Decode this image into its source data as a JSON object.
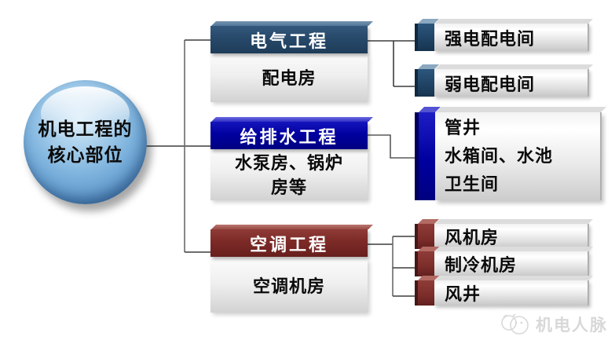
{
  "root_node": {
    "line1": "机电工程的",
    "line2": "核心部位"
  },
  "branches": [
    {
      "title": "电气工程",
      "subtitle": "配电房",
      "bars": [
        "强电配电间",
        "弱电配电间"
      ]
    },
    {
      "title": "给排水工程",
      "subtitle_lines": [
        "水泵房、锅炉",
        "房等"
      ],
      "box_lines": [
        "管井",
        "水箱间、水池",
        "卫生间"
      ]
    },
    {
      "title": "空调工程",
      "subtitle": "空调机房",
      "bars": [
        "风机房",
        "制冷机房",
        "风井"
      ]
    }
  ],
  "watermark": {
    "label": "机电人脉"
  },
  "colors": {
    "electrical_header": "#27496a",
    "plumbing_header": "#0000a0",
    "hvac_header": "#7c2a27",
    "silver_bar": "#e7e7e7",
    "connector_line": "#3d3d3d",
    "sphere_blue": "#7fb4de"
  }
}
